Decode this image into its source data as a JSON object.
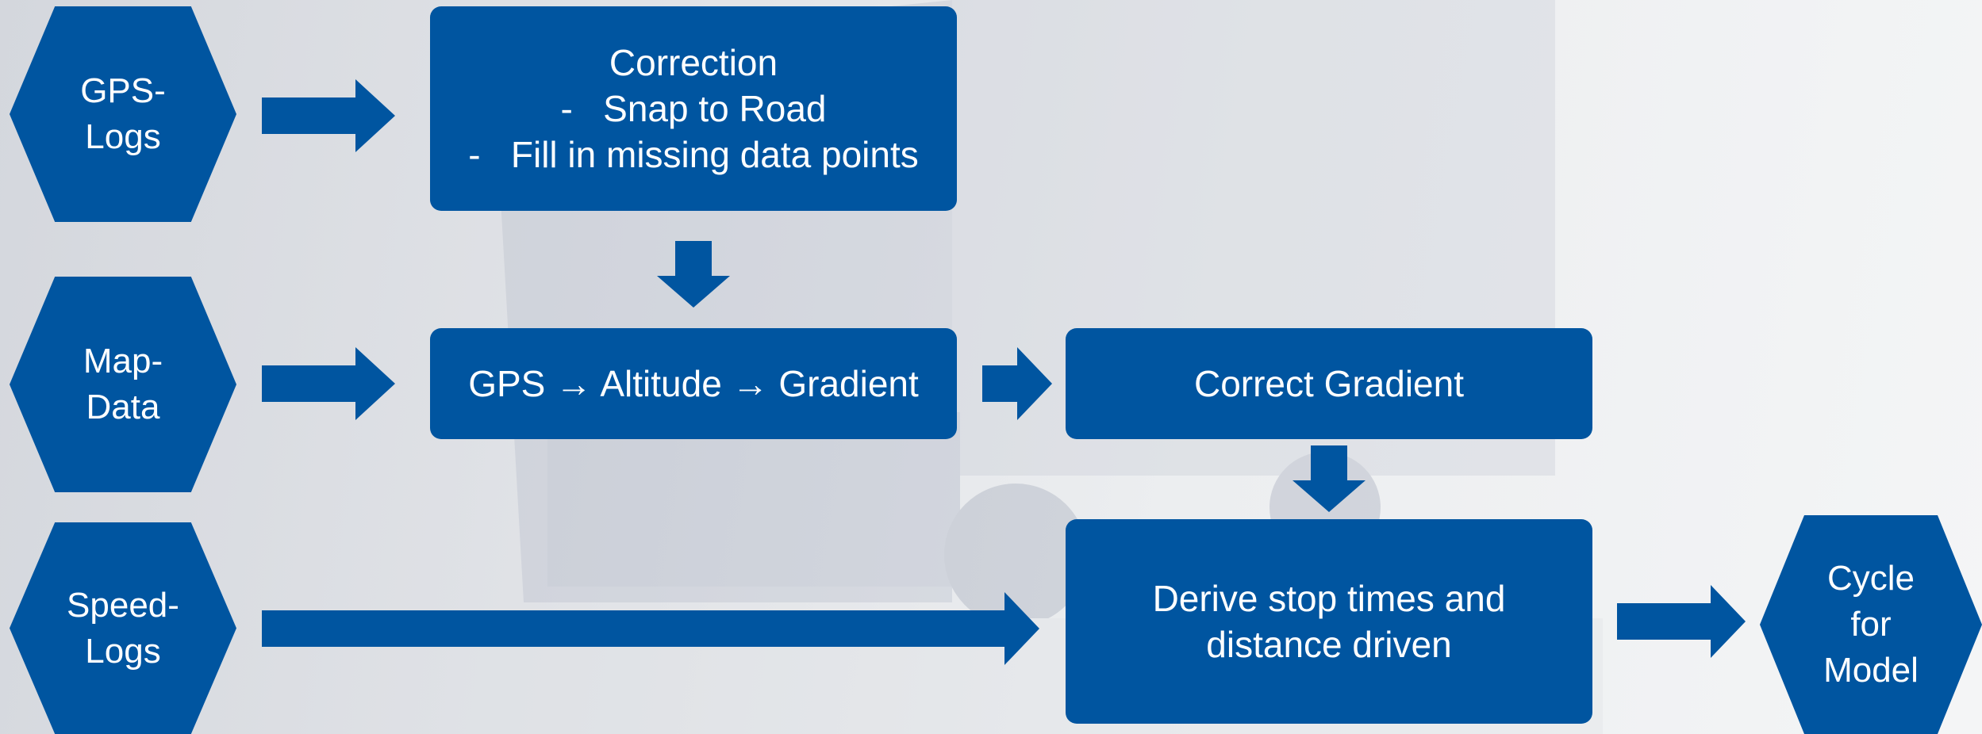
{
  "colors": {
    "primary": "#0055a0",
    "text": "#ffffff"
  },
  "inputs": {
    "gps_logs": "GPS-\nLogs",
    "map_data": "Map-\nData",
    "speed_logs": "Speed-\nLogs"
  },
  "output": {
    "cycle": "Cycle\nfor\nModel"
  },
  "correction_box": {
    "title": "Correction",
    "item1": "-   Snap to Road",
    "item2": "-   Fill in missing data points"
  },
  "gradient_box": {
    "label": "GPS → Altitude → Gradient"
  },
  "correct_gradient_box": {
    "label": "Correct Gradient"
  },
  "derive_box": {
    "line1": "Derive stop times and",
    "line2": "distance driven"
  }
}
